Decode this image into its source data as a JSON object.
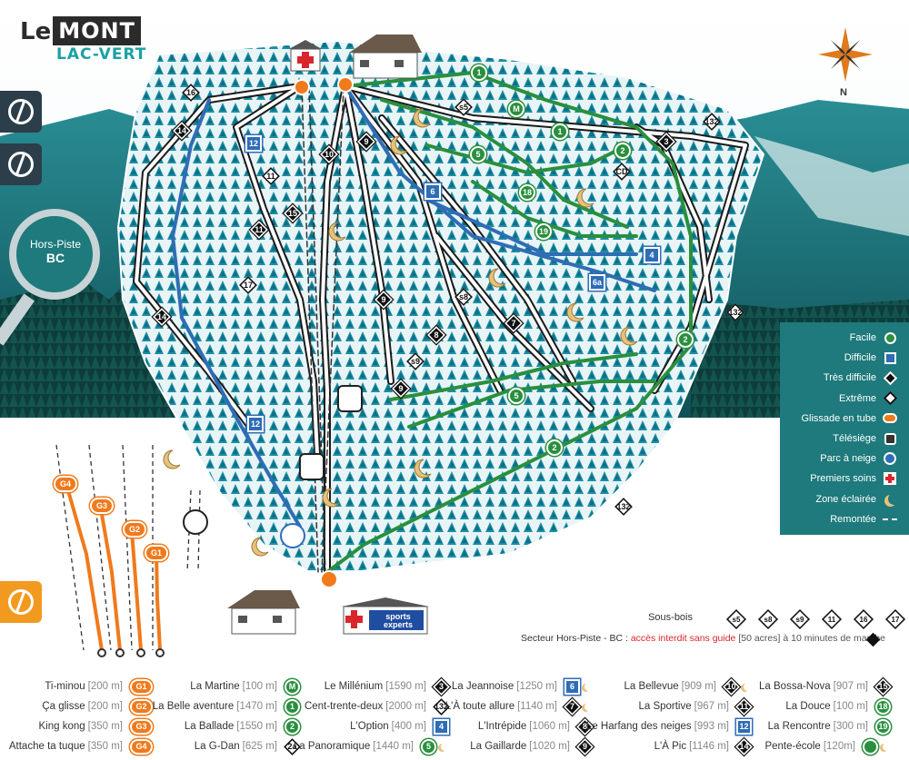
{
  "logo": {
    "le": "Le",
    "mont": "MONT",
    "sub": "LAC-VERT"
  },
  "hors_piste_badge": {
    "line1": "Hors-Piste",
    "line2": "BC"
  },
  "compass": {
    "north": "N"
  },
  "sports_experts": {
    "line1": "sports",
    "line2": "experts"
  },
  "colors": {
    "teal_dark": "#1e7a7c",
    "easy": "#2a8f3e",
    "difficult": "#2f6db5",
    "very_difficult": "#111111",
    "tube": "#f07a1c",
    "first_aid": "#d9262b",
    "lit": "#e8c27a",
    "orange_tab": "#f29a1f"
  },
  "legend": {
    "items": [
      {
        "label": "Facile",
        "symbol": "green-circle"
      },
      {
        "label": "Difficile",
        "symbol": "blue-square"
      },
      {
        "label": "Très difficile",
        "symbol": "black-diamond"
      },
      {
        "label": "Extrême",
        "symbol": "double-black-diamond"
      },
      {
        "label": "Glissade en tube",
        "symbol": "orange-pill"
      },
      {
        "label": "Télésiège",
        "symbol": "chairlift-icon"
      },
      {
        "label": "Parc à neige",
        "symbol": "snowpark-icon"
      },
      {
        "label": "Premiers soins",
        "symbol": "first-aid-icon"
      },
      {
        "label": "Zone éclairée",
        "symbol": "moon-icon"
      },
      {
        "label": "Remontée",
        "symbol": "dashed-line"
      }
    ]
  },
  "map_labels": {
    "trails": [
      {
        "num": "1",
        "type": "easy"
      },
      {
        "num": "M",
        "type": "easy"
      },
      {
        "num": "1",
        "type": "easy"
      },
      {
        "num": "2",
        "type": "easy"
      },
      {
        "num": "5",
        "type": "easy"
      },
      {
        "num": "18",
        "type": "easy"
      },
      {
        "num": "19",
        "type": "easy"
      },
      {
        "num": "2",
        "type": "easy"
      },
      {
        "num": "5",
        "type": "easy"
      },
      {
        "num": "2",
        "type": "easy"
      },
      {
        "num": "12",
        "type": "difficult"
      },
      {
        "num": "6",
        "type": "difficult"
      },
      {
        "num": "4",
        "type": "difficult"
      },
      {
        "num": "6a",
        "type": "difficult"
      },
      {
        "num": "12",
        "type": "difficult"
      },
      {
        "num": "14",
        "type": "black"
      },
      {
        "num": "10",
        "type": "black"
      },
      {
        "num": "9",
        "type": "black"
      },
      {
        "num": "11",
        "type": "black"
      },
      {
        "num": "15",
        "type": "black"
      },
      {
        "num": "9",
        "type": "black"
      },
      {
        "num": "8",
        "type": "black"
      },
      {
        "num": "9",
        "type": "black"
      },
      {
        "num": "7",
        "type": "black"
      },
      {
        "num": "3",
        "type": "black"
      },
      {
        "num": "14",
        "type": "black"
      },
      {
        "num": "132",
        "type": "double"
      },
      {
        "num": "132",
        "type": "double"
      },
      {
        "num": "132",
        "type": "double"
      },
      {
        "num": "16",
        "type": "double"
      },
      {
        "num": "11",
        "type": "double"
      },
      {
        "num": "17",
        "type": "double"
      },
      {
        "num": "s5",
        "type": "double"
      },
      {
        "num": "s8",
        "type": "double"
      },
      {
        "num": "s9",
        "type": "double"
      },
      {
        "num": "CD",
        "type": "double"
      }
    ],
    "tubes": [
      "G4",
      "G3",
      "G2",
      "G1"
    ]
  },
  "sous_bois": {
    "label": "Sous-bois",
    "codes": [
      "s5",
      "s8",
      "s9",
      "11",
      "16",
      "17"
    ]
  },
  "hors_piste_line": {
    "prefix": "Secteur Hors-Piste - BC : ",
    "warning": "accès interdit sans guide",
    "suffix": " [50 acres] à 10 minutes de marche"
  },
  "trail_index": [
    [
      {
        "name": "Ti-minou",
        "len": "[200 m]",
        "code": "G1",
        "type": "tube"
      },
      {
        "name": "Ça glisse",
        "len": "[200 m]",
        "code": "G2",
        "type": "tube"
      },
      {
        "name": "King kong",
        "len": "[350 m]",
        "code": "G3",
        "type": "tube"
      },
      {
        "name": "Attache ta tuque",
        "len": "[350 m]",
        "code": "G4",
        "type": "tube"
      }
    ],
    [
      {
        "name": "La Martine",
        "len": "[100 m]",
        "code": "M",
        "type": "easy"
      },
      {
        "name": "La Belle aventure",
        "len": "[1470 m]",
        "code": "1",
        "type": "easy"
      },
      {
        "name": "La Ballade",
        "len": "[1550 m]",
        "code": "2",
        "type": "easy"
      },
      {
        "name": "La G-Dan",
        "len": "[625 m]",
        "code": "2a",
        "type": "double"
      }
    ],
    [
      {
        "name": "Le Millénium",
        "len": "[1590 m]",
        "code": "3",
        "type": "black"
      },
      {
        "name": "Cent-trente-deux",
        "len": "[2000 m]",
        "code": "132",
        "type": "double"
      },
      {
        "name": "L'Option",
        "len": "[400 m]",
        "code": "4",
        "type": "difficult"
      },
      {
        "name": "La Panoramique",
        "len": "[1440 m]",
        "code": "5",
        "type": "easy-lit"
      }
    ],
    [
      {
        "name": "La Jeannoise",
        "len": "[1250 m]",
        "code": "6",
        "type": "difficult-lit"
      },
      {
        "name": "L'À toute allure",
        "len": "[1140 m]",
        "code": "7",
        "type": "black-lit"
      },
      {
        "name": "L'Intrépide",
        "len": "[1060 m]",
        "code": "8",
        "type": "black"
      },
      {
        "name": "La Gaillarde",
        "len": "[1020 m]",
        "code": "9",
        "type": "black"
      }
    ],
    [
      {
        "name": "La Bellevue",
        "len": "[909 m]",
        "code": "10",
        "type": "black-lit"
      },
      {
        "name": "La Sportive",
        "len": "[967 m]",
        "code": "11",
        "type": "black"
      },
      {
        "name": "Le Harfang des neiges",
        "len": "[993 m]",
        "code": "12",
        "type": "difficult"
      },
      {
        "name": "L'À Pic",
        "len": "[1146 m]",
        "code": "14",
        "type": "black"
      }
    ],
    [
      {
        "name": "La Bossa-Nova",
        "len": "[907 m]",
        "code": "15",
        "type": "black"
      },
      {
        "name": "La Douce",
        "len": "[100 m]",
        "code": "18",
        "type": "easy"
      },
      {
        "name": "La Rencontre",
        "len": "[300 m]",
        "code": "19",
        "type": "easy"
      },
      {
        "name": "Pente-école",
        "len": "[120m]",
        "code": "",
        "type": "easy-lit"
      }
    ]
  ]
}
